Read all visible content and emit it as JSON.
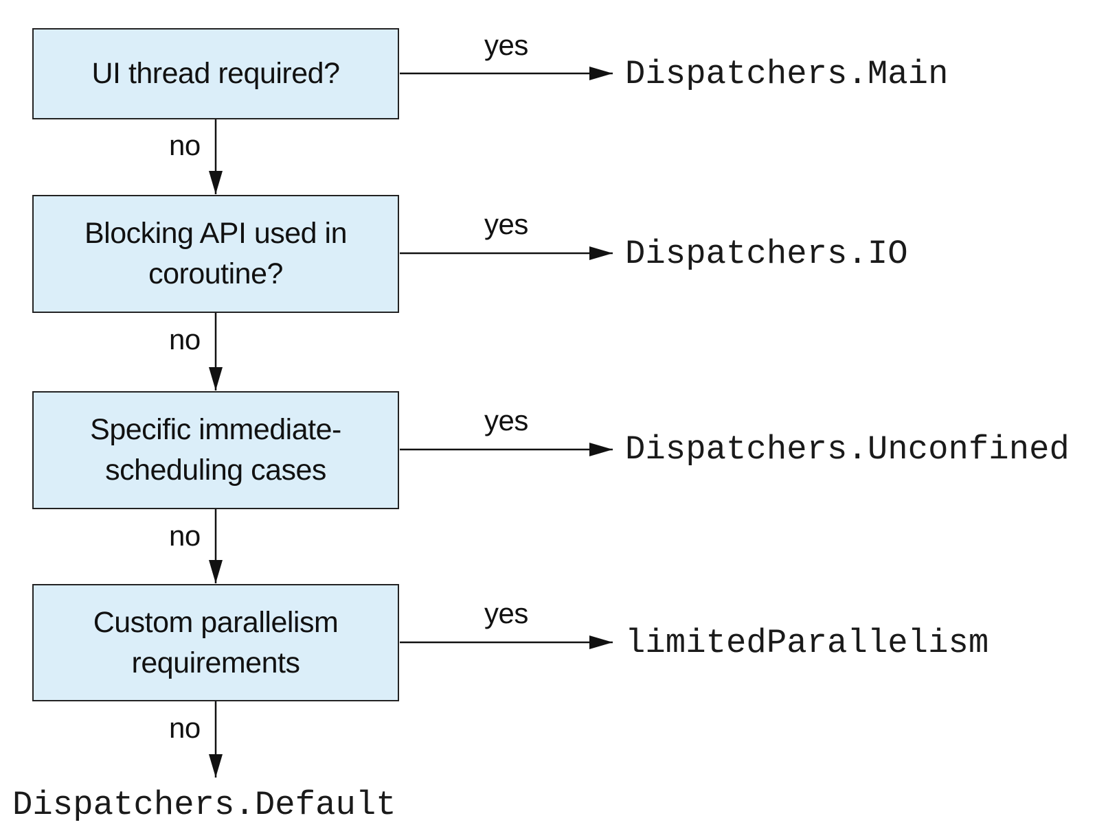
{
  "decisions": [
    {
      "question": "UI thread required?",
      "yes_label": "yes",
      "no_label": "no",
      "outcome": "Dispatchers.Main"
    },
    {
      "question": "Blocking API used in coroutine?",
      "yes_label": "yes",
      "no_label": "no",
      "outcome": "Dispatchers.IO"
    },
    {
      "question": "Specific immediate-scheduling cases",
      "yes_label": "yes",
      "no_label": "no",
      "outcome": "Dispatchers.Unconfined"
    },
    {
      "question": "Custom parallelism requirements",
      "yes_label": "yes",
      "no_label": "no",
      "outcome": "limitedParallelism"
    }
  ],
  "fallback_outcome": "Dispatchers.Default",
  "colors": {
    "box_fill": "#dbeef9",
    "box_border": "#222222",
    "line": "#111111",
    "text": "#111111"
  }
}
